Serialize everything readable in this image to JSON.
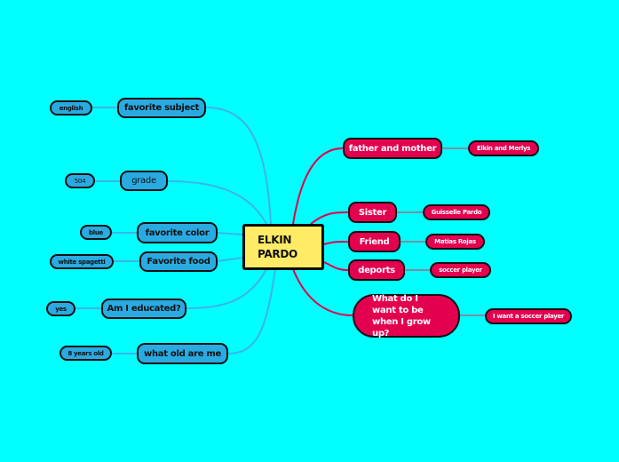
{
  "center": "ELKIN PARDO",
  "left": [
    {
      "label": "favorite subject",
      "child": "english"
    },
    {
      "label": "grade",
      "child": "504"
    },
    {
      "label": "favorite color",
      "child": "blue"
    },
    {
      "label": "Favorite food",
      "child": "white spagetti"
    },
    {
      "label": "Am I educated?",
      "child": "yes"
    },
    {
      "label": "what old are me",
      "child": "8 years old"
    }
  ],
  "right": [
    {
      "label": "father and mother",
      "child": "Elkin and Merlys"
    },
    {
      "label": "Sister",
      "child": "Guisselle Pardo"
    },
    {
      "label": "Friend",
      "child": "Matias Rojas"
    },
    {
      "label": "deports",
      "child": "soccer player"
    },
    {
      "label": "What do I want to be when I grow up?",
      "child": "I want a soccer player"
    }
  ],
  "colors": {
    "background": "#00ffff",
    "left": "#29abe2",
    "right": "#e3004f",
    "center": "#ffeb66"
  }
}
